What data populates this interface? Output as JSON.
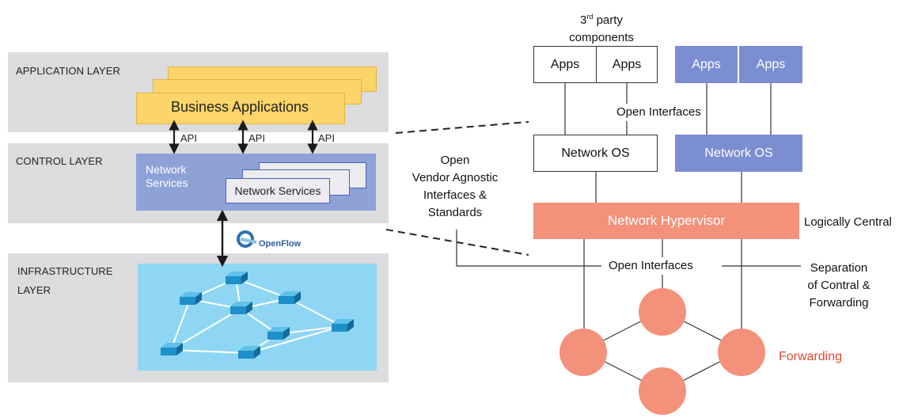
{
  "left_diagram": {
    "application_layer": {
      "label": "APPLICATION LAYER",
      "business_apps": "Business Applications"
    },
    "api_labels": [
      "API",
      "API",
      "API"
    ],
    "control_layer": {
      "label": "CONTROL LAYER",
      "network_services_main": "Network Services",
      "network_services_card": "Network Services"
    },
    "openflow": {
      "logo_text": "OpenFlow"
    },
    "infrastructure_layer": {
      "label": "INFRASTRUCTURE LAYER"
    }
  },
  "right_diagram": {
    "third_party": {
      "title": "3rd party components",
      "superscript": "rd"
    },
    "apps_white": [
      "Apps",
      "Apps"
    ],
    "apps_blue": [
      "Apps",
      "Apps"
    ],
    "open_interfaces_top": "Open Interfaces",
    "network_os_white": "Network OS",
    "network_os_blue": "Network OS",
    "vendor_agnostic": "Open Vendor Agnostic Interfaces & Standards",
    "network_hypervisor": "Network Hypervisor",
    "logically_central": "Logically Central",
    "open_interfaces_bottom": "Open Interfaces",
    "separation": "Separation of Contral & Forwarding",
    "forwarding": "Forwarding"
  },
  "colors": {
    "layer_band": "#dcdcde",
    "business_apps": "#fbd46a",
    "network_services": "#8ea2d8",
    "infrastructure": "#8fd6f4",
    "apps_blue": "#7b8ed1",
    "hypervisor": "#f4917a",
    "forwarding_node": "#f4917a",
    "forwarding_text": "#e04a2e",
    "switch": "#1d8fc9"
  }
}
